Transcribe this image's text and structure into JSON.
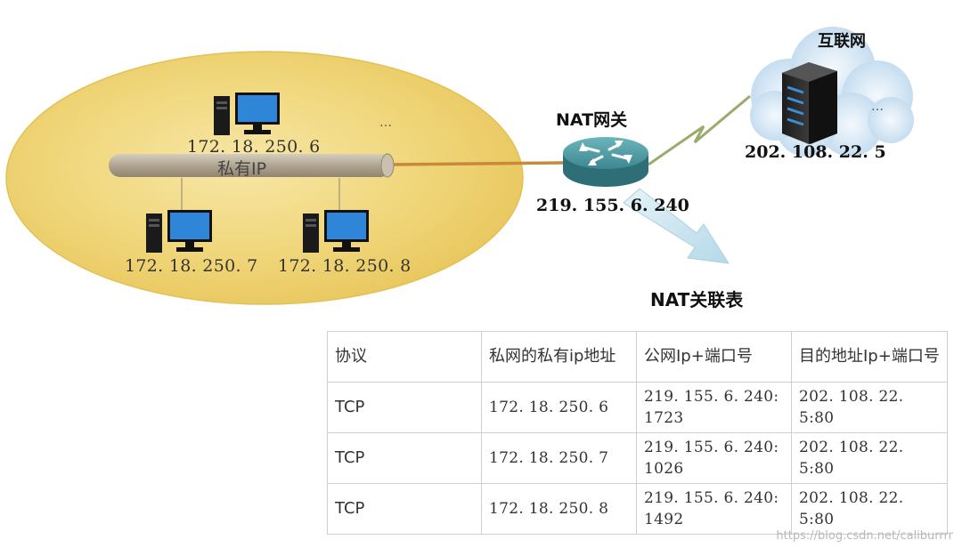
{
  "diagram": {
    "lan_label": "私有IP",
    "lan_ellipsis": "…",
    "hosts": [
      {
        "ip": "172. 18. 250. 6"
      },
      {
        "ip": "172. 18. 250. 7"
      },
      {
        "ip": "172. 18. 250. 8"
      }
    ],
    "gateway": {
      "title": "NAT网关",
      "ip": "219. 155. 6. 240"
    },
    "internet": {
      "title": "互联网",
      "ellipsis": "…",
      "server_ip": "202. 108. 22. 5"
    },
    "table_title": "NAT关联表"
  },
  "table": {
    "headers": [
      "协议",
      "私网的私有ip地址",
      "公网Ip+端口号",
      "目的地址Ip+端口号"
    ],
    "rows": [
      [
        "TCP",
        "172. 18. 250. 6",
        "219. 155. 6. 240:\n1723",
        "202. 108. 22. 5:80"
      ],
      [
        "TCP",
        "172. 18. 250. 7",
        "219. 155. 6. 240:\n1026",
        "202. 108. 22. 5:80"
      ],
      [
        "TCP",
        "172. 18. 250. 8",
        "219. 155. 6. 240:\n1492",
        "202. 108. 22. 5:80"
      ]
    ]
  },
  "watermark": "https://blog.csdn.net/caliburrrr",
  "colors": {
    "lan_fill": "#f0d878",
    "bus": "#b5aa96",
    "link": "#c8893a",
    "router": "#3f8c95",
    "cloud": "#d8eaf6",
    "flow_arrow": "#c7e3ef"
  }
}
